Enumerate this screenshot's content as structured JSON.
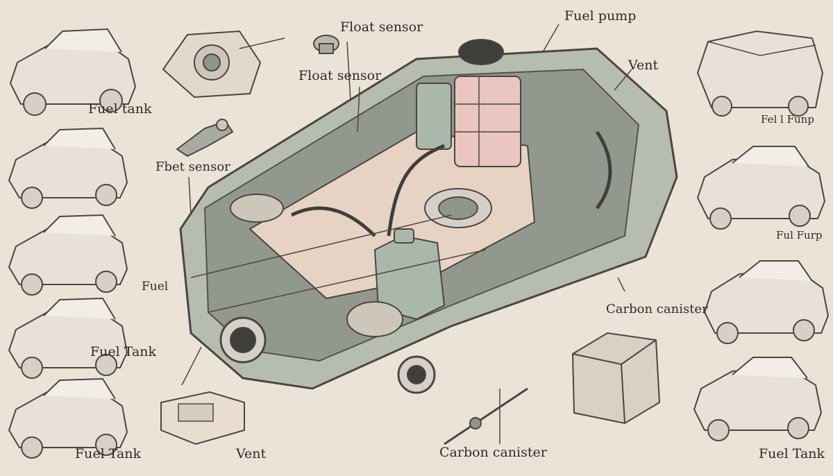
{
  "labels": {
    "fuel_pump_top": "Fuel pump",
    "float_sensor_top": "Float sensor",
    "float_sensor_mid": "Float sensor",
    "vent_right": "Vent",
    "fuel_tank_left": "Fuel tank",
    "fbet_sensor": "Fbet sensor",
    "fuel_left": "Fuel",
    "fuel_tank_left2": "Fuel Tank",
    "fuel_tank_bottom_left": "Fuel Tank",
    "vent_bottom": "Vent",
    "carbon_canister_bottom": "Carbon canister",
    "carbon_canister_right": "Carbon canister",
    "fel_funp": "Fel l Funp",
    "ful_furp": "Ful Furp",
    "fuel_tank_bottom_right": "Fuel Tank"
  },
  "colors": {
    "background": "#ece3d8",
    "tank_shell": "#b7bcb1",
    "tank_inner": "#8f958b",
    "line": "#4a4640",
    "reservoir_pink": "#e9c6bf",
    "jug_green": "#a9b8aa",
    "beige_part": "#e7d3c3",
    "car_body": "#e8e1d7"
  },
  "icons": [
    "car-icon",
    "fuel-pump-icon",
    "cap-icon",
    "canister-icon",
    "sensor-icon",
    "vent-icon"
  ]
}
